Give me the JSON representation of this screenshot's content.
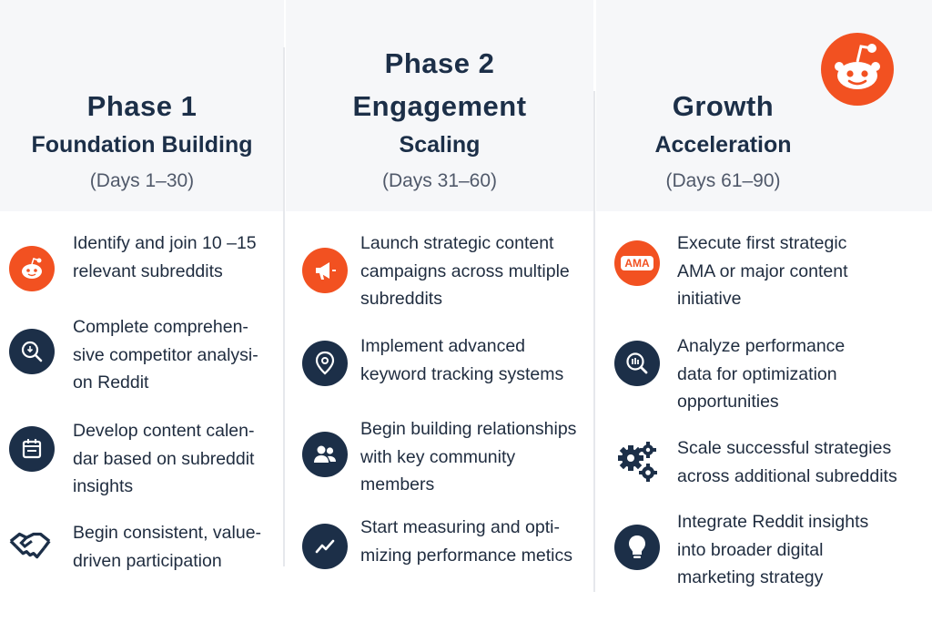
{
  "phases": [
    {
      "title": "Phase 1",
      "subtitle": "Foundation Building",
      "days": "(Days 1–30)",
      "items": [
        {
          "icon": "reddit-alien-icon",
          "lines": [
            "Identify and join 10 –15",
            "relevant subreddits"
          ]
        },
        {
          "icon": "search-download-icon",
          "lines": [
            "Complete comprehen-",
            "sive competitor analysi-",
            "on Reddit"
          ]
        },
        {
          "icon": "calendar-icon",
          "lines": [
            "Develop content calen-",
            "dar based on subreddit",
            "insights"
          ]
        },
        {
          "icon": "handshake-icon",
          "lines": [
            "Begin consistent, value-",
            "driven participation"
          ]
        }
      ]
    },
    {
      "title": "Phase 2",
      "title2": "Engagement",
      "subtitle": "Scaling",
      "days": "(Days 31–60)",
      "items": [
        {
          "icon": "megaphone-icon",
          "lines": [
            "Launch strategic content",
            "campaigns across multiple",
            "subreddits"
          ]
        },
        {
          "icon": "location-pin-icon",
          "lines": [
            "Implement advanced",
            "keyword tracking systems"
          ]
        },
        {
          "icon": "people-icon",
          "lines": [
            "Begin building relationships",
            "with key community",
            "members"
          ]
        },
        {
          "icon": "trend-line-icon",
          "lines": [
            "Start measuring and opti-",
            "mizing performance metics"
          ]
        }
      ]
    },
    {
      "title": "Growth",
      "subtitle": "Acceleration",
      "days": "(Days 61–90)",
      "items": [
        {
          "icon": "ama-badge-icon",
          "badge": "AMA",
          "lines": [
            "Execute first strategic",
            "AMA or major content",
            "initiative"
          ]
        },
        {
          "icon": "analyze-chart-icon",
          "lines": [
            "Analyze performance",
            "data for optimization",
            "opportunities"
          ]
        },
        {
          "icon": "gears-icon",
          "lines": [
            "Scale successful strategies",
            "across additional subreddits"
          ]
        },
        {
          "icon": "lightbulb-icon",
          "lines": [
            "Integrate Reddit insights",
            "into broader digital",
            "marketing strategy"
          ]
        }
      ]
    }
  ],
  "logo": {
    "icon": "reddit-logo-icon"
  },
  "colors": {
    "accent": "#f25121",
    "navy": "#1c2f48",
    "panel": "#f6f7f9"
  }
}
